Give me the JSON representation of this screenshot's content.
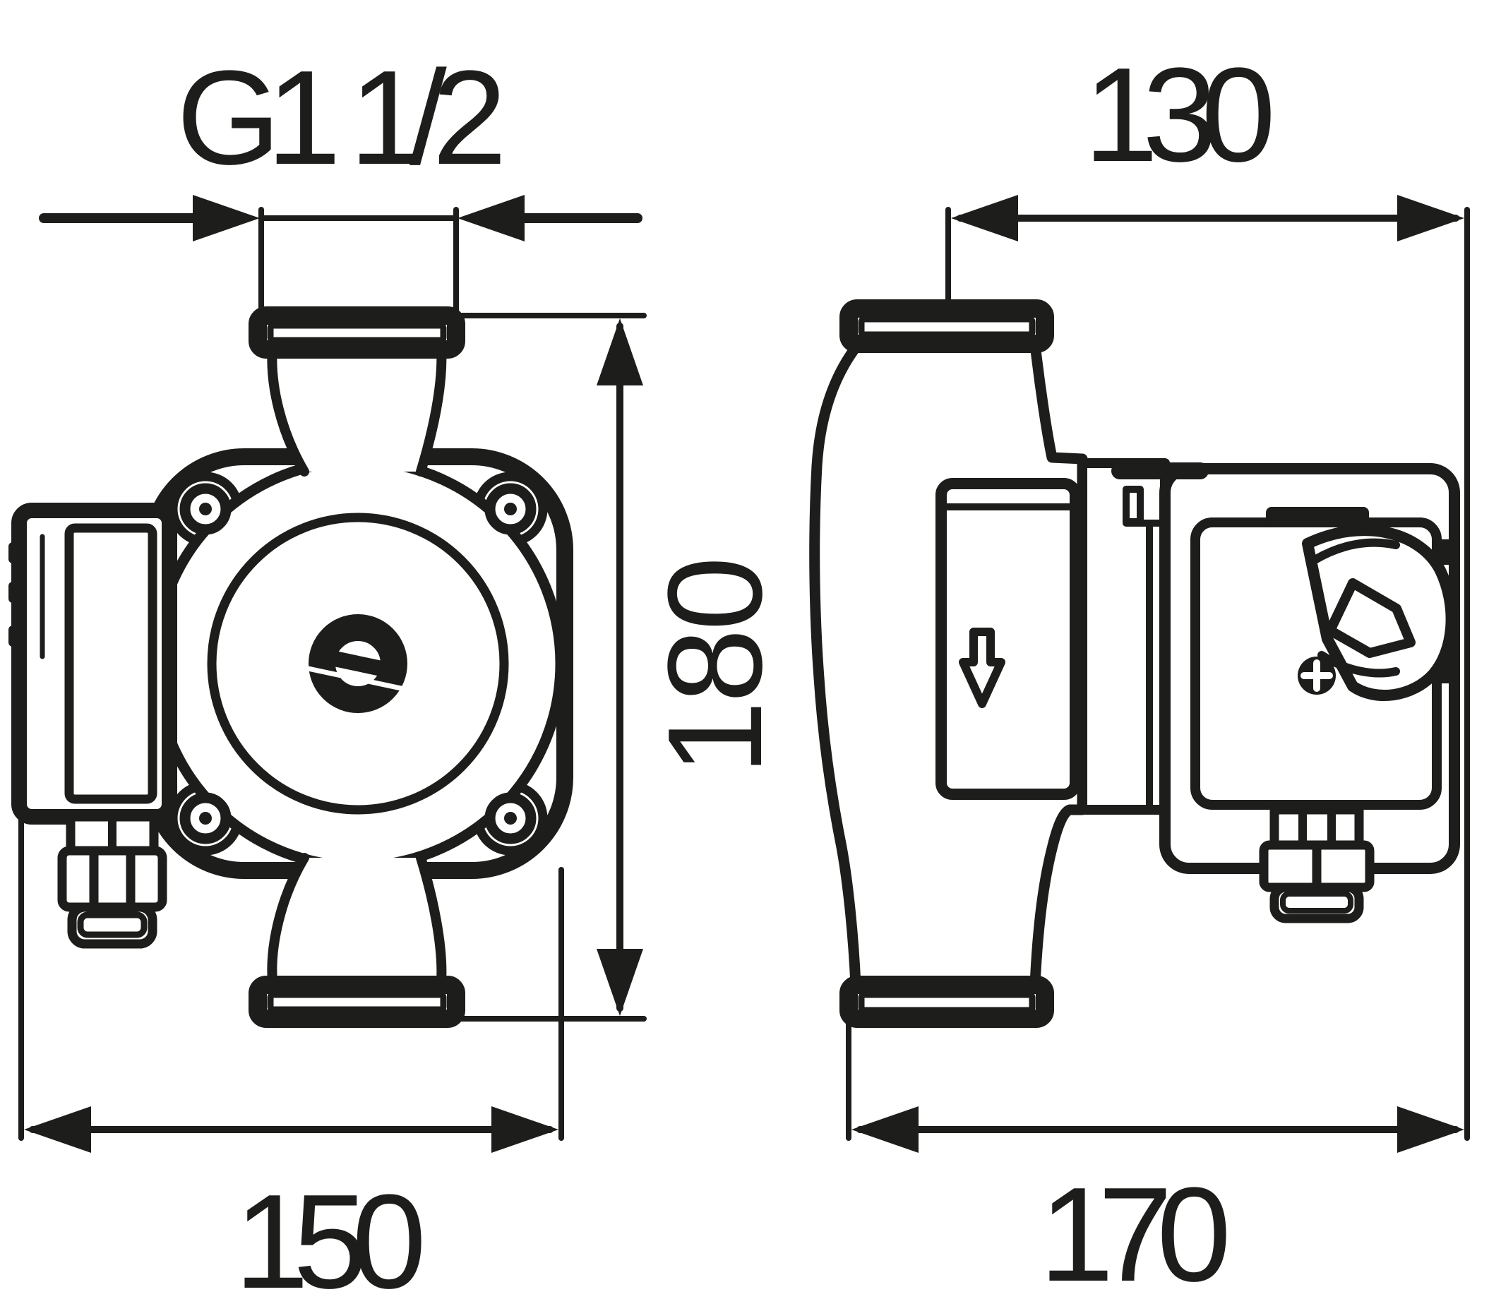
{
  "drawing": {
    "type": "pump-dimensional-drawing",
    "line_color": "#1d1d1b",
    "background_color": "#ffffff",
    "views": {
      "front_view": "pump front view with terminal box, cable gland, four housing screws, slotted shaft screw",
      "side_view": "pump side view with volute, stator, control box, speed selector knob, phillips screw, cable gland, flow arrow"
    },
    "dimensions": {
      "thread_size": {
        "label": "G1 1/2",
        "meaning": "connection thread"
      },
      "width_top_side": {
        "label": "130",
        "meaning": "axis to control box face"
      },
      "height": {
        "label": "180",
        "meaning": "port-to-port height"
      },
      "width_front": {
        "label": "150",
        "meaning": "front view overall width"
      },
      "depth_side": {
        "label": "170",
        "meaning": "side view overall depth"
      }
    }
  }
}
